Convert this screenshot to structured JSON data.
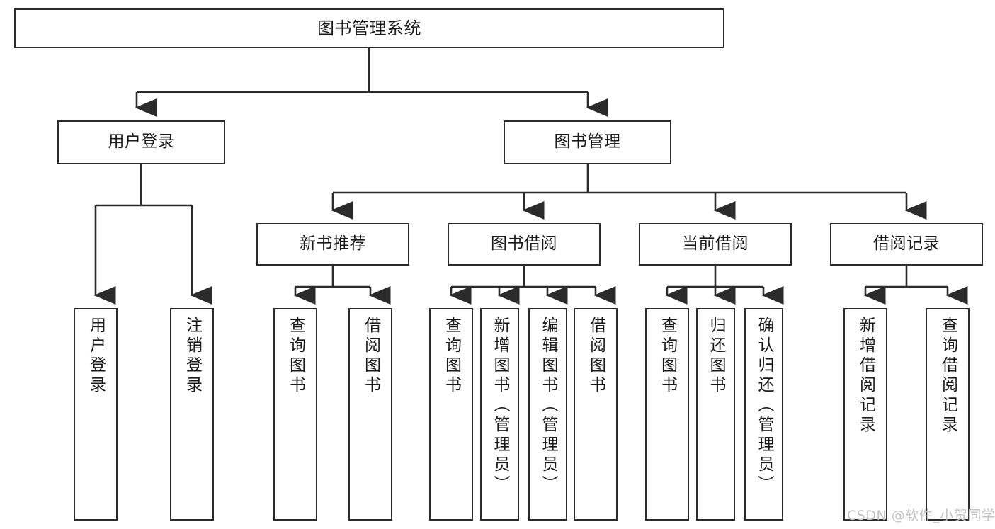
{
  "diagram": {
    "type": "tree-hierarchy-chart",
    "title": "图书管理系统",
    "watermark": "CSDN @软件_小贺同学",
    "colors": {
      "box_border": "#2b2b2b",
      "box_fill": "#ffffff",
      "edge": "#2b2b2b",
      "text": "#1a1a1a",
      "watermark": "#c2c2c2",
      "background": "#ffffff"
    },
    "nodes": {
      "root": {
        "label": "图书管理系统"
      },
      "level2": [
        {
          "label": "用户登录"
        },
        {
          "label": "图书管理"
        }
      ],
      "level3": [
        {
          "label": "新书推荐"
        },
        {
          "label": "图书借阅"
        },
        {
          "label": "当前借阅"
        },
        {
          "label": "借阅记录"
        }
      ],
      "leaves": {
        "user_login": [
          {
            "label": "用户登录"
          },
          {
            "label": "注销登录"
          }
        ],
        "new_book_recommend": [
          {
            "label": "查询图书"
          },
          {
            "label": "借阅图书"
          }
        ],
        "book_borrow": [
          {
            "label": "查询图书"
          },
          {
            "label": "新增图书（管理员）"
          },
          {
            "label": "编辑图书（管理员）"
          },
          {
            "label": "借阅图书"
          }
        ],
        "current_borrow": [
          {
            "label": "查询图书"
          },
          {
            "label": "归还图书"
          },
          {
            "label": "确认归还（管理员）"
          }
        ],
        "borrow_record": [
          {
            "label": "新增借阅记录"
          },
          {
            "label": "查询借阅记录"
          }
        ]
      }
    }
  }
}
